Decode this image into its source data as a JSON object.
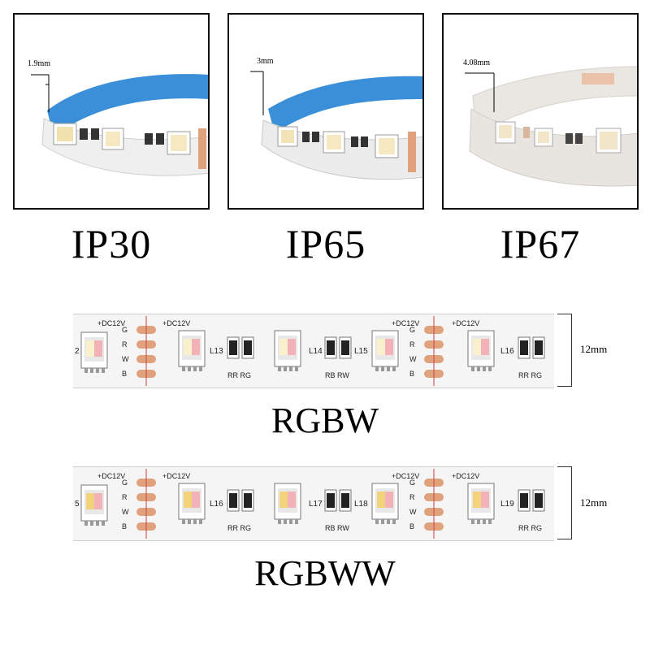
{
  "panels": [
    {
      "label": "IP30",
      "thickness": "1.9mm",
      "coating": "blue"
    },
    {
      "label": "IP65",
      "thickness": "3mm",
      "coating": "blue"
    },
    {
      "label": "IP67",
      "thickness": "4.08mm",
      "coating": "silicone"
    }
  ],
  "strips": [
    {
      "label": "RGBW",
      "width": "12mm",
      "leds": [
        "L13",
        "L14",
        "L15",
        "L16"
      ],
      "left_digit": "2",
      "resistor_labels": [
        "RR",
        "RG",
        "RB",
        "RW",
        "RR",
        "RG"
      ],
      "pad_letters": [
        "G",
        "R",
        "W",
        "B"
      ],
      "power": "+DC12V"
    },
    {
      "label": "RGBWW",
      "width": "12mm",
      "leds": [
        "L16",
        "L17",
        "L18",
        "L19"
      ],
      "left_digit": "5",
      "resistor_labels": [
        "RR",
        "RG",
        "RB",
        "RW",
        "RR",
        "RG"
      ],
      "pad_letters": [
        "G",
        "R",
        "W",
        "B"
      ],
      "power": "+DC12V"
    }
  ],
  "colors": {
    "blue_backing": "#3a8fd8",
    "copper_pad": "#e0a17d",
    "strip_bg": "#f4f4f4",
    "silicone": "#e8e4e0"
  }
}
